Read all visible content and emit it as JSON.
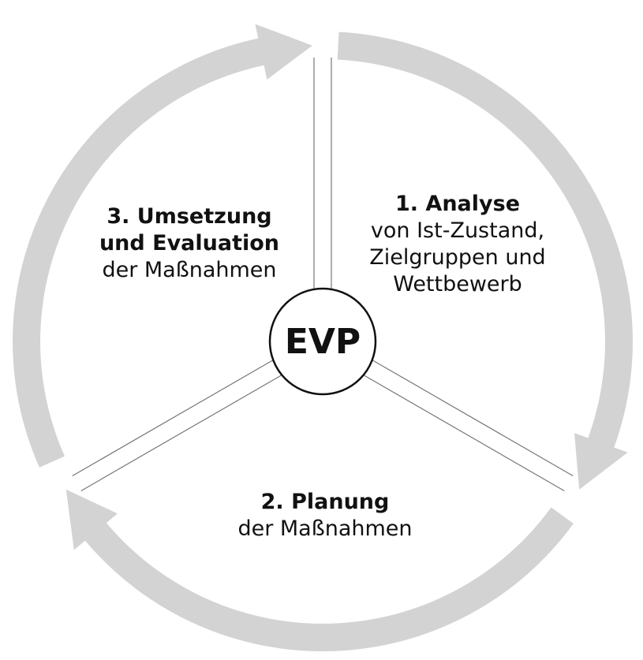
{
  "center": {
    "label": "EVP"
  },
  "steps": [
    {
      "title": "1. Analyse",
      "lines": [
        "von Ist-Zustand,",
        "Zielgruppen und",
        "Wettbewerb"
      ]
    },
    {
      "title": "2. Planung",
      "lines": [
        "der Maßnahmen"
      ]
    },
    {
      "title": "3. Umsetzung",
      "lines": [
        "und Evaluation",
        "der Maßnahmen"
      ]
    }
  ],
  "colors": {
    "arrow": "#d3d3d3",
    "divider": "#777777",
    "circle_border": "#111111",
    "background": "#ffffff"
  }
}
